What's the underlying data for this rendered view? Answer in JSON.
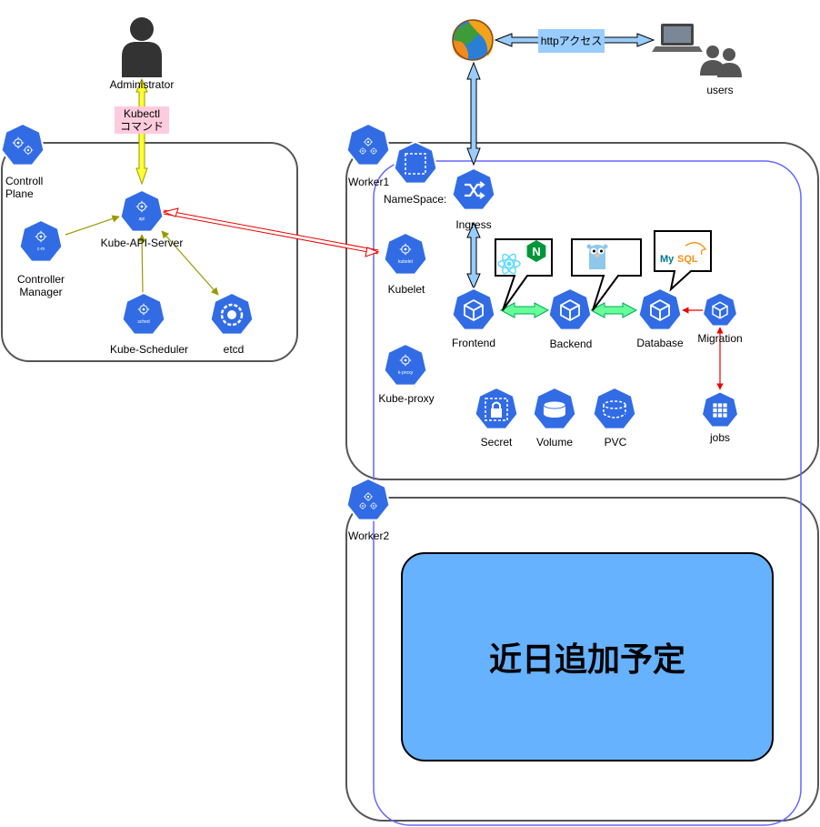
{
  "people": {
    "administrator": "Administrator",
    "users": "users"
  },
  "tags": {
    "kubectl_line1": "Kubectl",
    "kubectl_line2": "コマンド",
    "http": "httpアクセス"
  },
  "control_plane": {
    "title_line1": "Controll",
    "title_line2": "Plane",
    "api_server": "Kube-API-Server",
    "controller_manager_line1": "Controller",
    "controller_manager_line2": "Manager",
    "scheduler": "Kube-Scheduler",
    "etcd": "etcd",
    "icon_text": {
      "api": "api",
      "cm": "c-m",
      "sched": "sched"
    }
  },
  "worker1": {
    "title": "Worker1",
    "namespace": "NameSpace:",
    "ingress": "Ingress",
    "kubelet": "Kubelet",
    "kube_proxy": "Kube-proxy",
    "frontend": "Frontend",
    "backend": "Backend",
    "database": "Database",
    "migration": "Migration",
    "jobs": "jobs",
    "secret": "Secret",
    "volume": "Volume",
    "pvc": "PVC",
    "icon_text": {
      "kubelet": "kubelet",
      "kproxy": "k-proxy"
    },
    "logos": {
      "mysql_my": "My",
      "mysql_sql": "SQL",
      "nginx": "N"
    }
  },
  "worker2": {
    "title": "Worker2",
    "pending": "近日追加予定"
  },
  "colors": {
    "k8s_blue": "#326ce5",
    "namespace_border": "#6666ff",
    "node_border": "#555555",
    "yellow_arrow": "#ffff33",
    "green_arrow": "#66ff99",
    "blue_arrow": "#99ccff",
    "red_line": "#ee0000",
    "olive_line": "#999900",
    "pending_fill": "#66b2ff"
  }
}
